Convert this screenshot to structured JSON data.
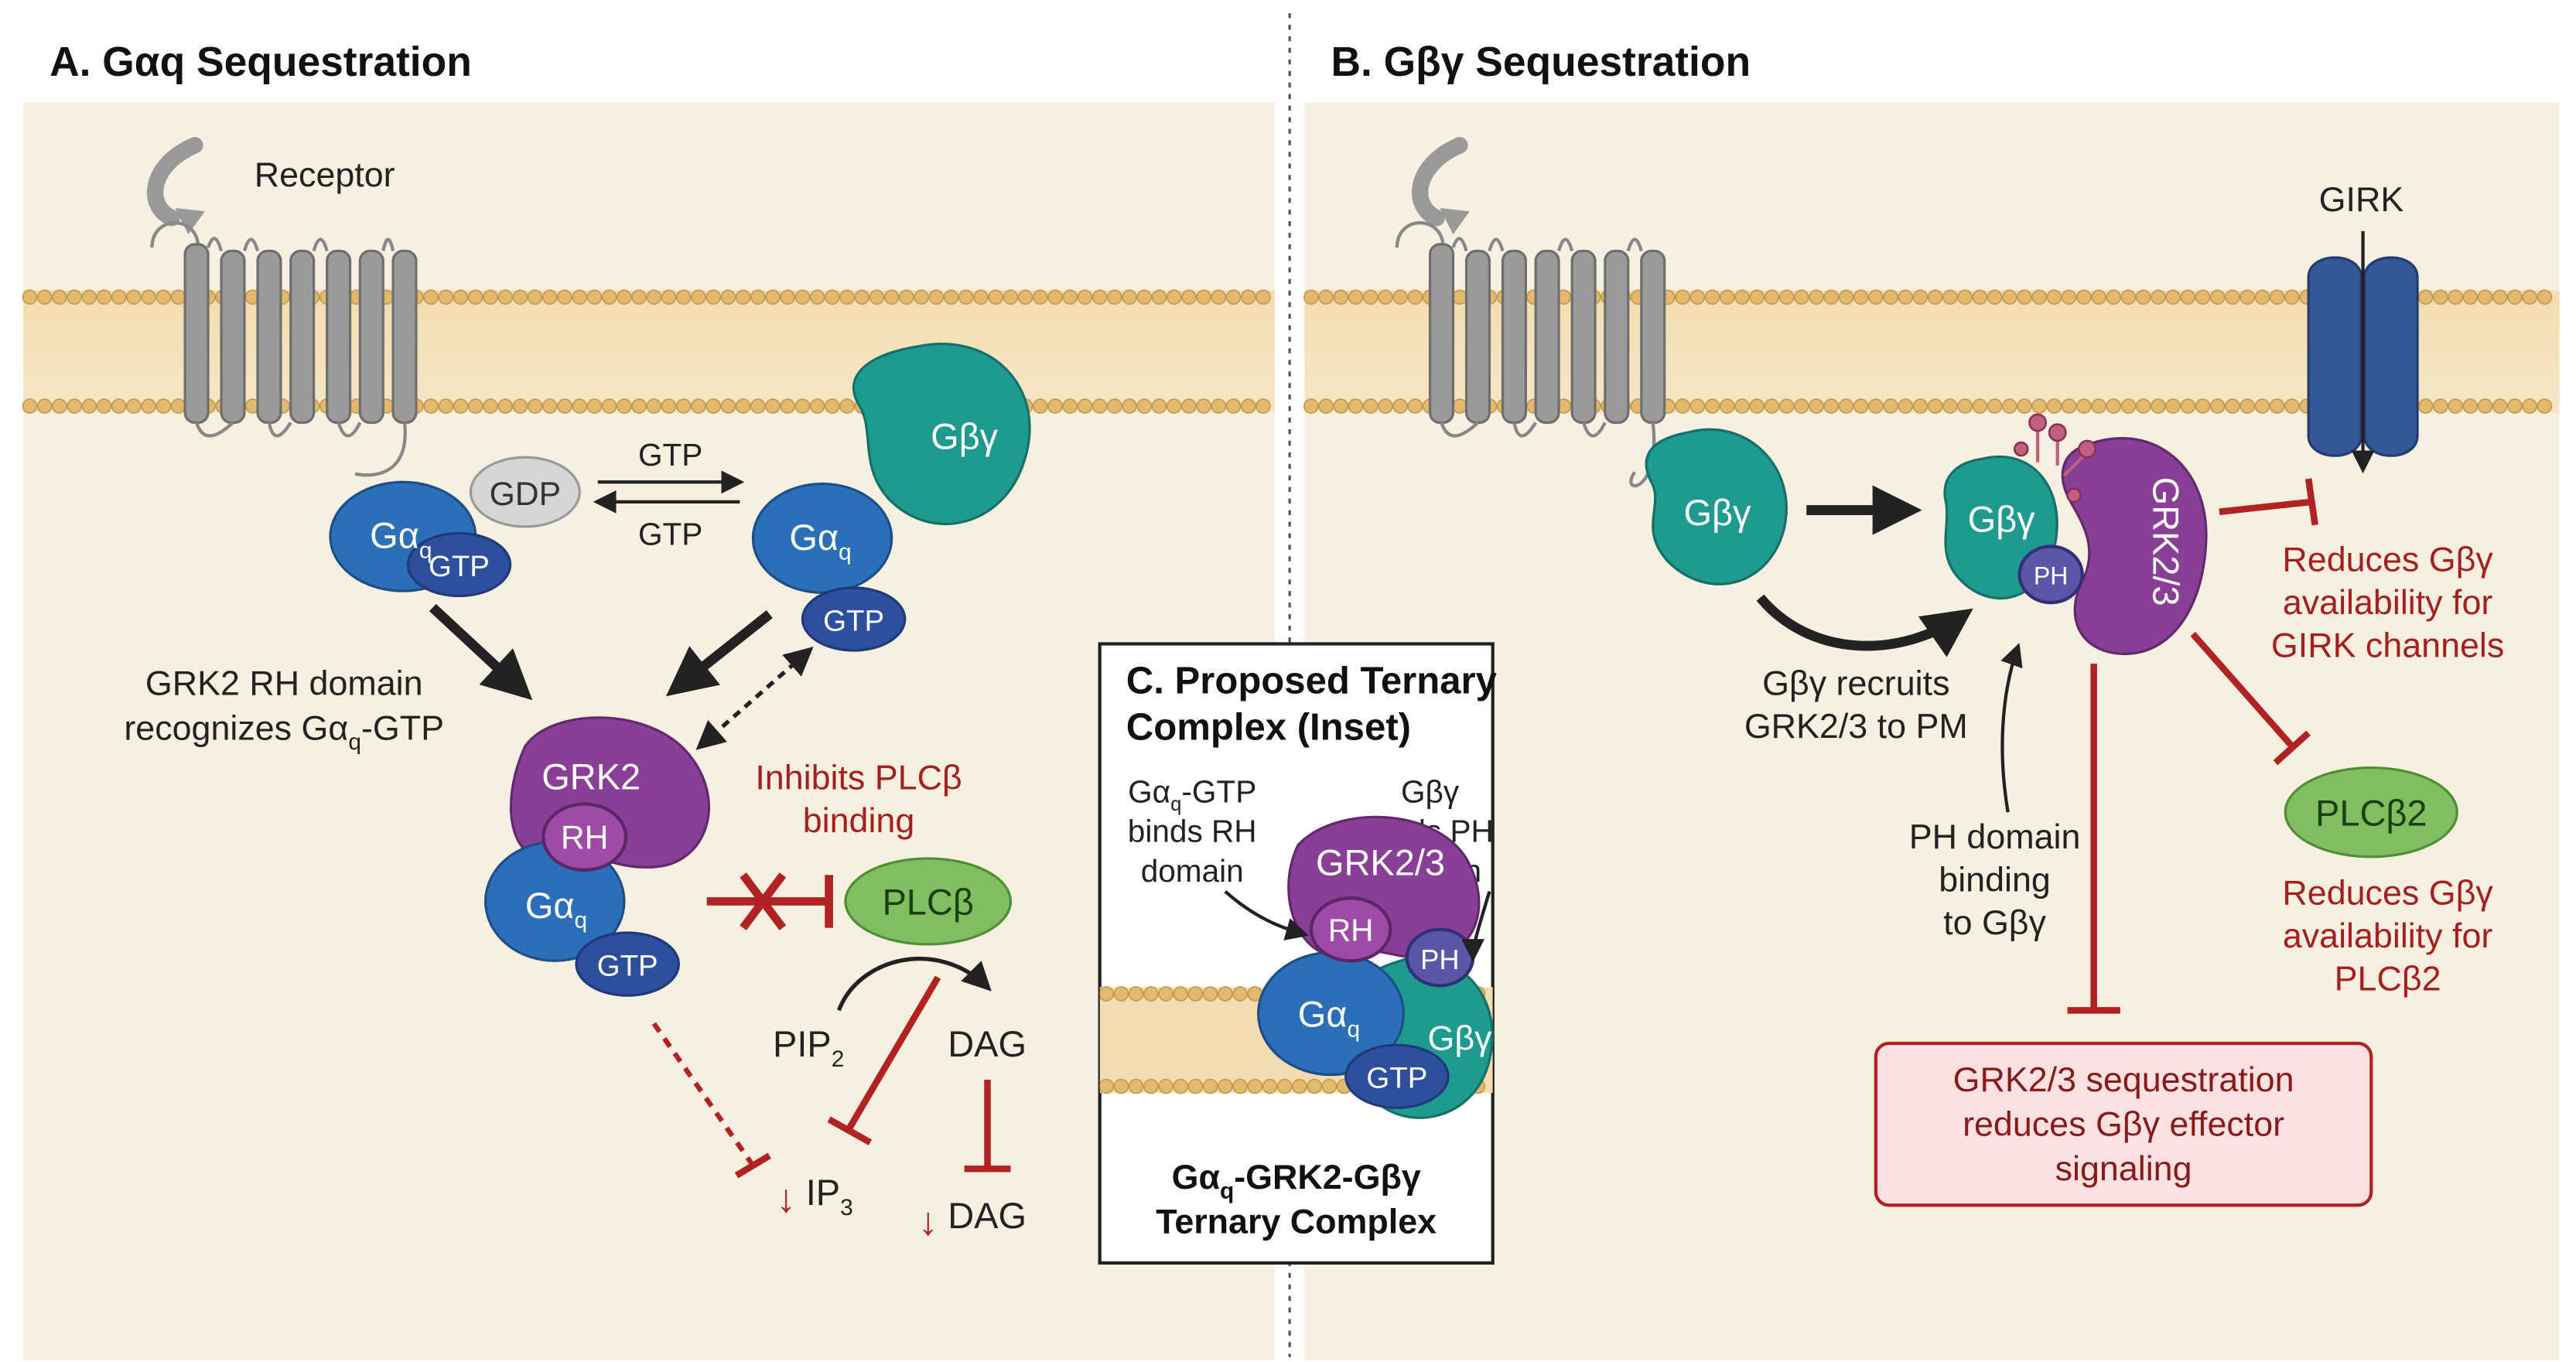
{
  "panel_a": {
    "title": "A. Gαq Sequestration",
    "receptor": "Receptor",
    "gaq": "Gα",
    "gaq_sub": "q",
    "gdp": "GDP",
    "gtp": "GTP",
    "gtp_arrow_top": "GTP",
    "gtp_arrow_bottom": "GTP",
    "gby": "Gβγ",
    "rh_note_line1": "GRK2 RH domain",
    "rh_note_line2_pre": "recognizes Gα",
    "rh_note_line2_sub": "q",
    "rh_note_line2_post": "-GTP",
    "grk2": "GRK2",
    "rh": "RH",
    "inhibit_line1": "Inhibits PLCβ",
    "inhibit_line2": "binding",
    "plcb": "PLCβ",
    "pip2": "PIP",
    "pip2_sub": "2",
    "dag_top": "DAG",
    "ip3_arrow": "↓",
    "ip3": "IP",
    "ip3_sub": "3",
    "dag_arrow": "↓",
    "dag_bottom": "DAG"
  },
  "panel_b": {
    "title": "B. Gβγ Sequestration",
    "girk": "GIRK",
    "gby": "Gβγ",
    "ph": "PH",
    "grk23": "GRK2/3",
    "recruit_line1": "Gβγ recruits",
    "recruit_line2": "GRK2/3 to PM",
    "ph_note_line1": "PH domain",
    "ph_note_line2": "binding",
    "ph_note_line3": "to Gβγ",
    "girk_note_line1": "Reduces Gβγ",
    "girk_note_line2": "availability for",
    "girk_note_line3": "GIRK channels",
    "plcb2": "PLCβ2",
    "plc_note_line1": "Reduces Gβγ",
    "plc_note_line2": "availability for",
    "plc_note_line3": "PLCβ2",
    "box_line1": "GRK2/3 sequestration",
    "box_line2": "reduces Gβγ effector",
    "box_line3": "signaling"
  },
  "panel_c": {
    "title_line1": "C. Proposed Ternary",
    "title_line2": "Complex (Inset)",
    "left_note_line1_pre": "Gα",
    "left_note_line1_sub": "q",
    "left_note_line1_post": "-GTP",
    "left_note_line2": "binds RH",
    "left_note_line3": "domain",
    "right_note_line1": "Gβγ",
    "right_note_line2": "binds PH",
    "right_note_line3": "domain",
    "grk23": "GRK2/3",
    "rh": "RH",
    "ph": "PH",
    "gaq": "Gα",
    "gaq_sub": "q",
    "gtp": "GTP",
    "gby": "Gβγ",
    "caption_line1_pre": "Gα",
    "caption_line1_sub": "q",
    "caption_line1_post": "-GRK2-Gβγ",
    "caption_line2": "Ternary Complex"
  },
  "colors": {
    "background": "#f7efdf",
    "membrane": "#e9c98a",
    "receptor": "#9a9a9a",
    "gaq": "#2a6fb8",
    "gtp": "#2d4f9e",
    "gby": "#1f9a8e",
    "grk": "#8a3f96",
    "plc": "#7fbf5f",
    "inhibit": "#b22222",
    "text_red": "#a51f1f",
    "girk": "#34579a"
  }
}
